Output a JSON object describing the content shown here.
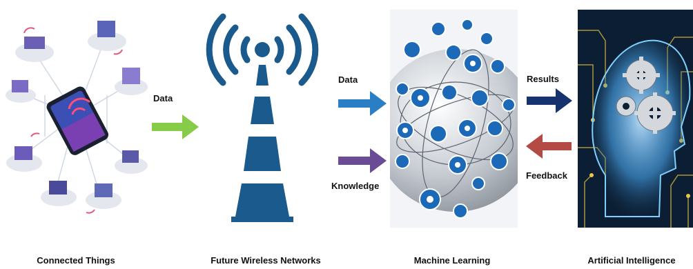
{
  "captions": {
    "connected_things": "Connected Things",
    "future_wireless_networks": "Future Wireless Networks",
    "machine_learning": "Machine Learning",
    "artificial_intelligence": "Artificial Intelligence"
  },
  "flow_labels": {
    "data_1": "Data",
    "data_2": "Data",
    "knowledge": "Knowledge",
    "results": "Results",
    "feedback": "Feedback"
  },
  "colors": {
    "tower_blue": "#1a5a8c",
    "arrow_green": "#86cc48",
    "arrow_blue": "#2a7fc4",
    "arrow_purple": "#6a4c96",
    "arrow_navy": "#17336e",
    "arrow_red": "#b34a44",
    "ai_background": "#0b1e33",
    "ai_glow": "#4fb3ff"
  }
}
